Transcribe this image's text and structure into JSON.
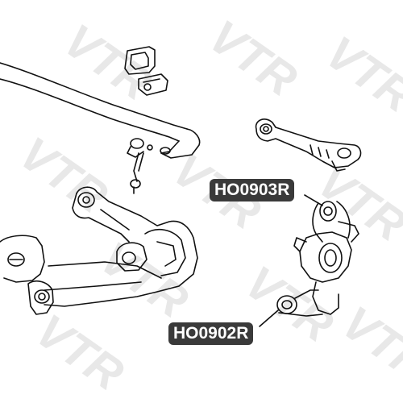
{
  "watermark": {
    "text": "VTR",
    "color": "#e6e6e6"
  },
  "parts": [
    {
      "code": "HO0903R"
    },
    {
      "code": "HO0902R"
    }
  ],
  "colors": {
    "line": "#111111",
    "label_bg": "#3a3a3a",
    "label_text": "#ffffff"
  }
}
